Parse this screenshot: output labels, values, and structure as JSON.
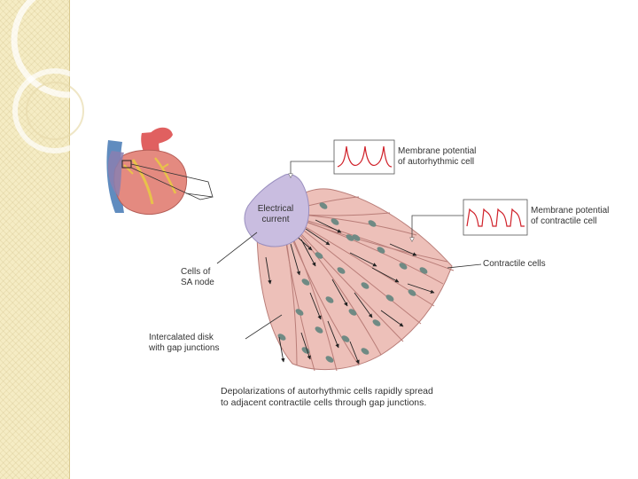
{
  "labels": {
    "membrane_auto_line1": "Membrane potential",
    "membrane_auto_line2": "of autorhythmic cell",
    "membrane_contract_line1": "Membrane potential",
    "membrane_contract_line2": "of contractile cell",
    "electrical_line1": "Electrical",
    "electrical_line2": "current",
    "contractile_cells": "Contractile cells",
    "sa_node_line1": "Cells of",
    "sa_node_line2": "SA node",
    "intercalated_line1": "Intercalated disk",
    "intercalated_line2": "with gap junctions"
  },
  "caption": {
    "line1": "Depolarizations of autorhythmic cells rapidly spread",
    "line2": "to adjacent contractile cells through gap junctions."
  },
  "colors": {
    "sa_node": "#c9bde0",
    "fiber_fill": "#e9b3ad",
    "fiber_stroke": "#b97d78",
    "nucleus": "#6f8a84",
    "trace": "#d0212a",
    "heart": "#e48a80",
    "band": "#f5ecc4"
  }
}
